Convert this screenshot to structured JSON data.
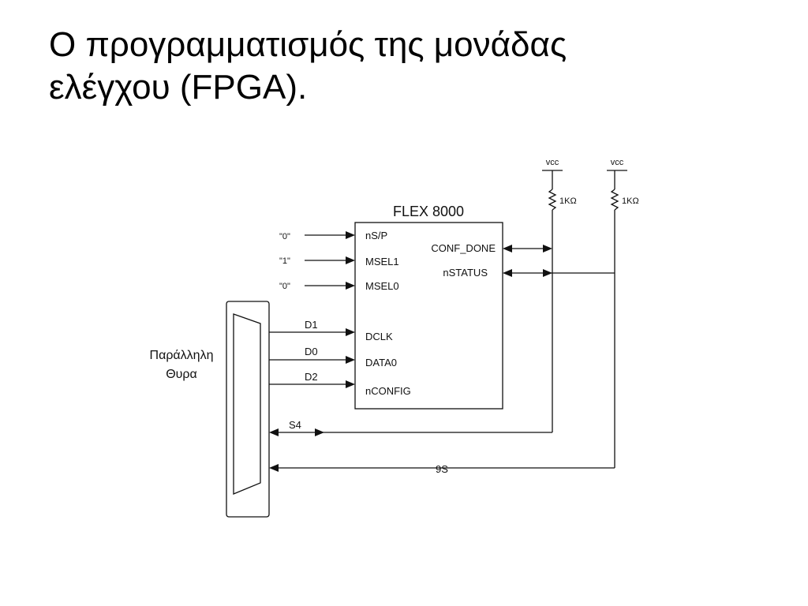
{
  "slide": {
    "title_lines": [
      "Ο προγραμματισμός της μονάδας",
      "ελέγχου (FPGA)."
    ]
  },
  "schematic": {
    "chip_name": "FLEX 8000",
    "vcc_labels": [
      "vcc",
      "vcc"
    ],
    "resistor_labels": [
      "1KΩ",
      "1KΩ"
    ],
    "input_levels": [
      "\"0\"",
      "\"1\"",
      "\"0\""
    ],
    "left_pins": [
      "nS/P",
      "MSEL1",
      "MSEL0",
      "DCLK",
      "DATA0",
      "nCONFIG"
    ],
    "right_pins": [
      "CONF_DONE",
      "nSTATUS"
    ],
    "port_signals": [
      "D1",
      "D0",
      "D2"
    ],
    "return_signals": [
      "S4",
      "9S"
    ],
    "port_label_lines": [
      "Παράλληλη",
      "Θυρα"
    ]
  }
}
